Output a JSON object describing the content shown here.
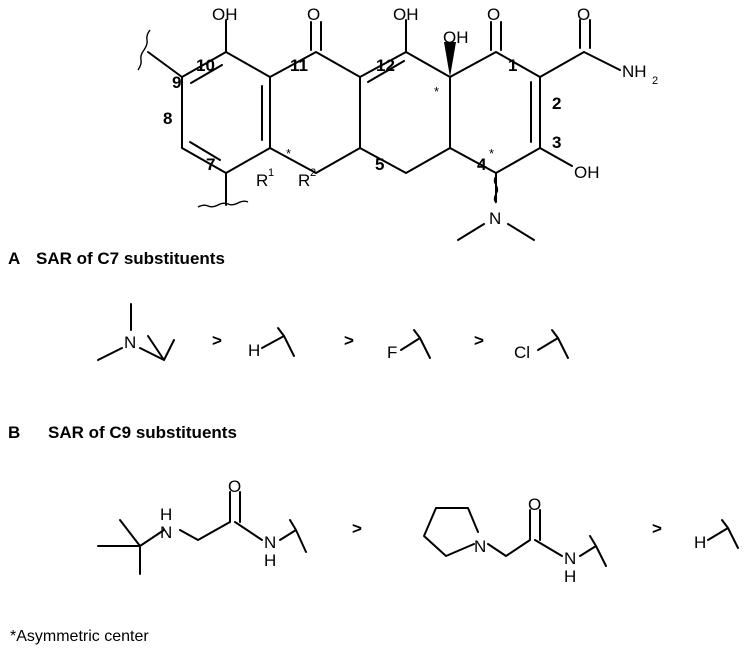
{
  "core": {
    "atoms": {
      "oh": "OH",
      "o": "O",
      "nh": "NH",
      "two": "2",
      "n": "N",
      "r": "R",
      "one": "1"
    },
    "numbers": [
      "10",
      "11",
      "12",
      "1",
      "2",
      "3",
      "4",
      "5",
      "7",
      "8",
      "9"
    ],
    "star": "*"
  },
  "section_a": {
    "letter": "A",
    "title": "SAR of C7 substituents",
    "order": [
      {
        "type": "group",
        "label": "N"
      },
      {
        "type": "op",
        "label": ">"
      },
      {
        "type": "group",
        "label": "H"
      },
      {
        "type": "op",
        "label": ">"
      },
      {
        "type": "group",
        "label": "F"
      },
      {
        "type": "op",
        "label": ">"
      },
      {
        "type": "group",
        "label": "Cl"
      }
    ]
  },
  "section_b": {
    "letter": "B",
    "title": "SAR of C9 substituents",
    "order": [
      {
        "type": "group",
        "labels": [
          "H",
          "N",
          "O",
          "N",
          "H"
        ]
      },
      {
        "type": "op",
        "label": ">"
      },
      {
        "type": "group",
        "labels": [
          "N",
          "O",
          "N",
          "H"
        ]
      },
      {
        "type": "op",
        "label": ">"
      },
      {
        "type": "group",
        "label": "H"
      }
    ]
  },
  "footnote": "*Asymmetric center"
}
